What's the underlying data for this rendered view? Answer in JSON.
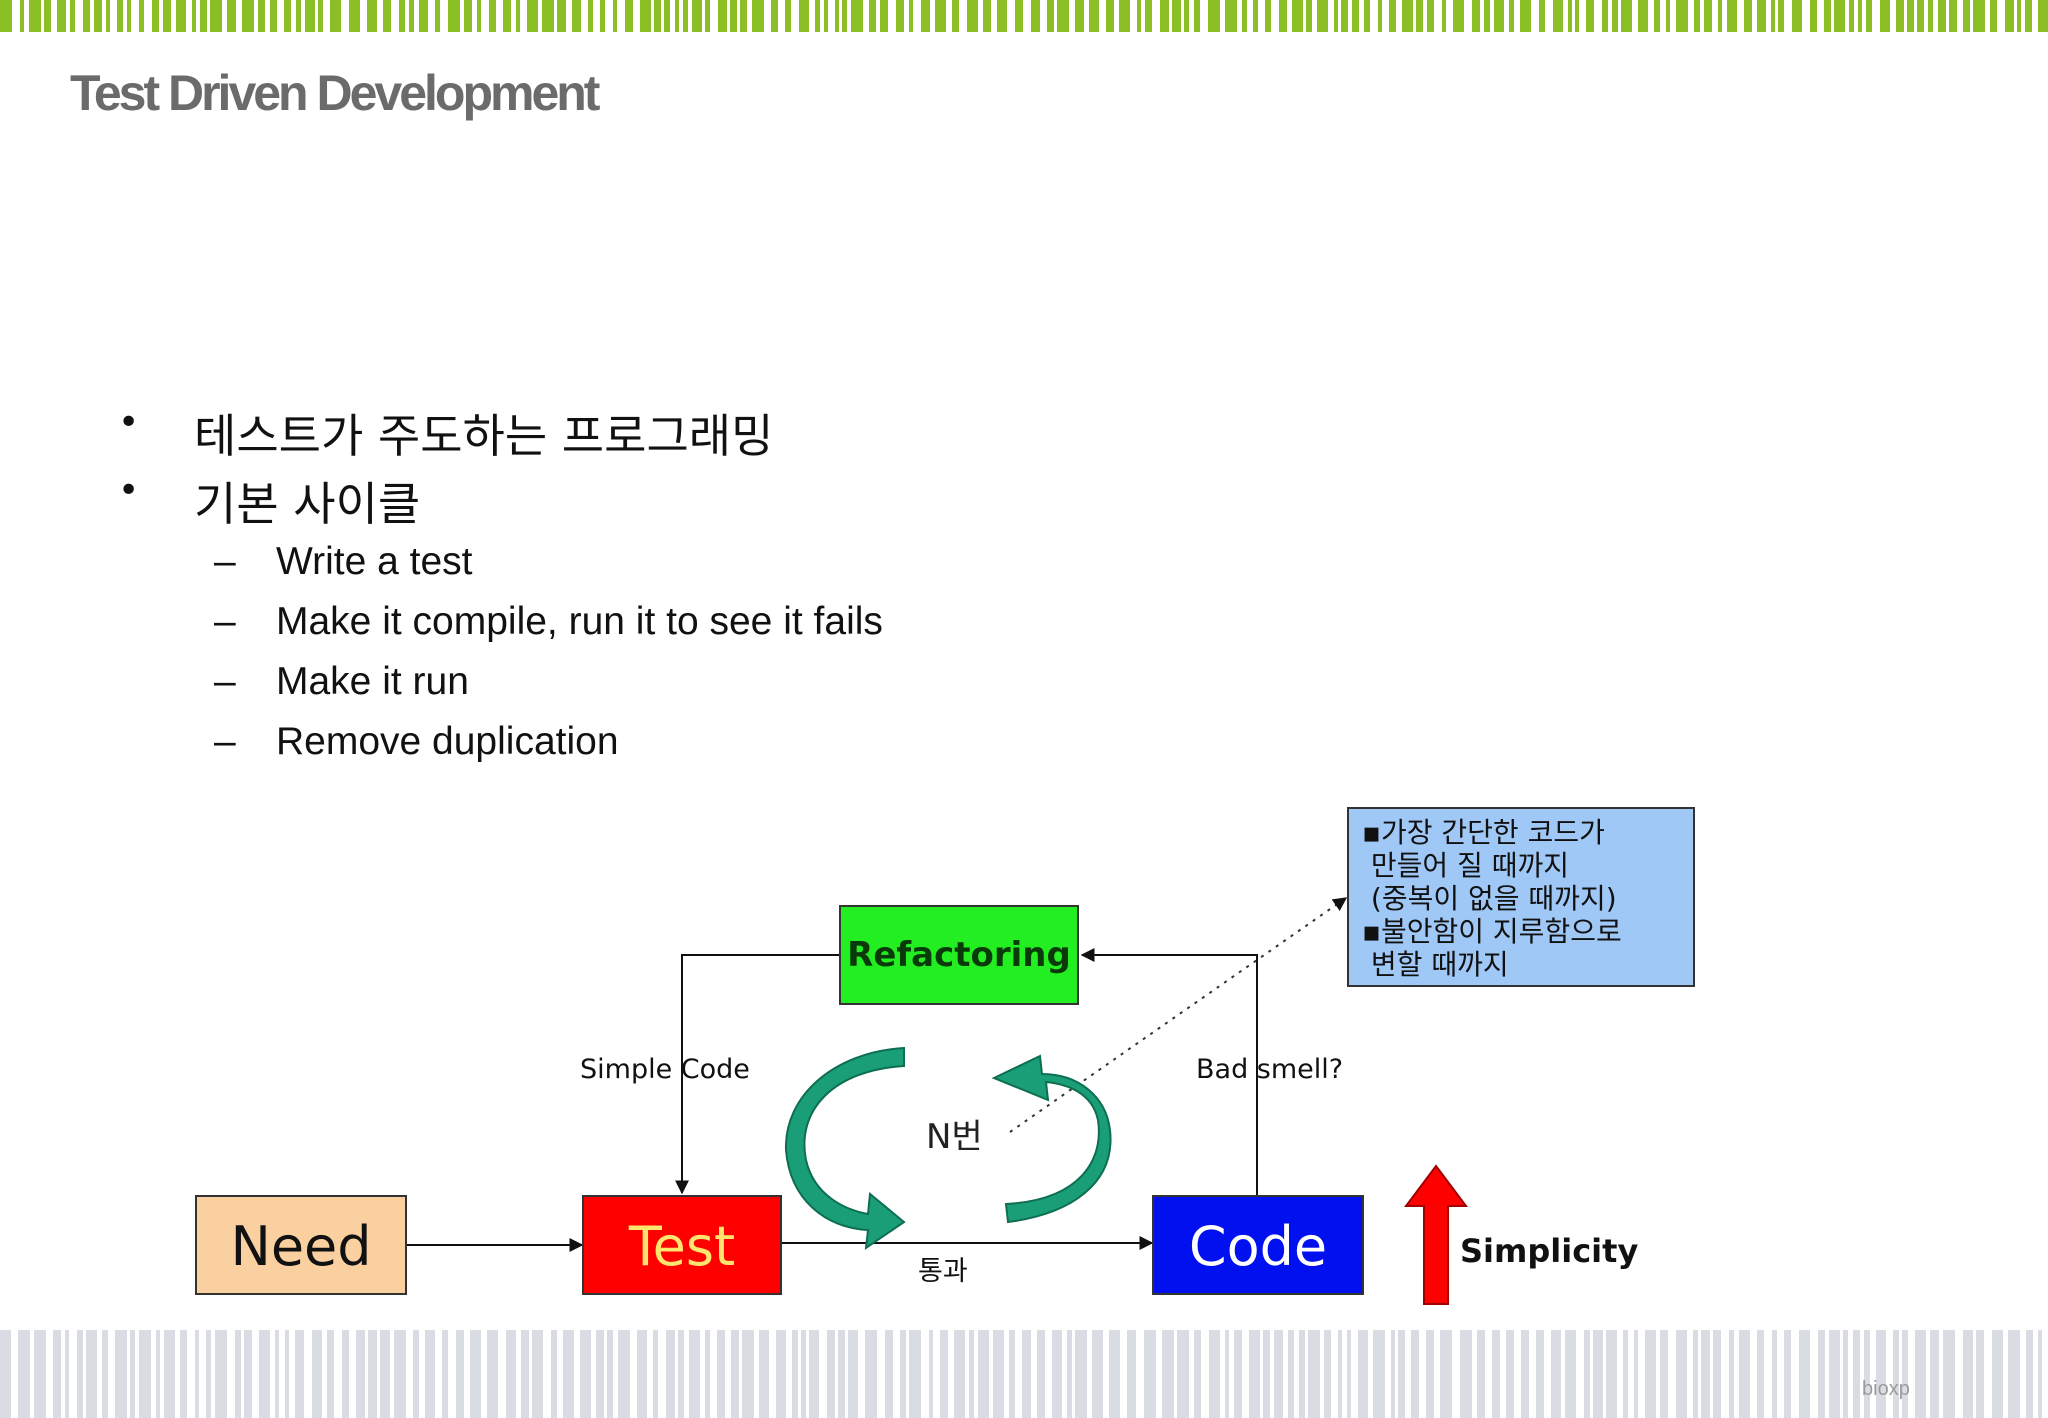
{
  "slide": {
    "title": "Test Driven Development",
    "bullets": [
      {
        "text": "테스트가 주도하는 프로그래밍",
        "sub": []
      },
      {
        "text": "기본 사이클",
        "sub": [
          "Write a test",
          "Make it compile, run it to see it fails",
          "Make it run",
          "Remove duplication"
        ]
      }
    ],
    "bullet_mark": "•",
    "sub_mark": "–",
    "footer": "bioxp"
  },
  "diagram": {
    "nodes": {
      "need": {
        "label": "Need",
        "fill": "#fbd0a0",
        "text_color": "#111111"
      },
      "test": {
        "label": "Test",
        "fill": "#ff0000",
        "text_color": "#ffe46e"
      },
      "code": {
        "label": "Code",
        "fill": "#0010ee",
        "text_color": "#ffffff"
      },
      "refactoring": {
        "label": "Refactoring",
        "fill": "#22ee22",
        "text_color": "#0a3a0a"
      }
    },
    "edge_labels": {
      "simple_code": "Simple Code",
      "bad_smell": "Bad smell?",
      "pass": "통과",
      "n_times": "N번"
    },
    "note": {
      "lines": [
        "▪가장 간단한 코드가",
        " 만들어 질 때까지",
        " (중복이 없을 때까지)",
        "▪불안함이 지루함으로",
        " 변할 때까지"
      ],
      "fill": "#9fc8f7"
    },
    "simplicity": {
      "label": "Simplicity",
      "arrow_color": "#ff0000"
    },
    "cycle_color": "#1a9e78"
  },
  "theme": {
    "band_green": "#8cbf26",
    "band_gray": "#d9dde3"
  }
}
